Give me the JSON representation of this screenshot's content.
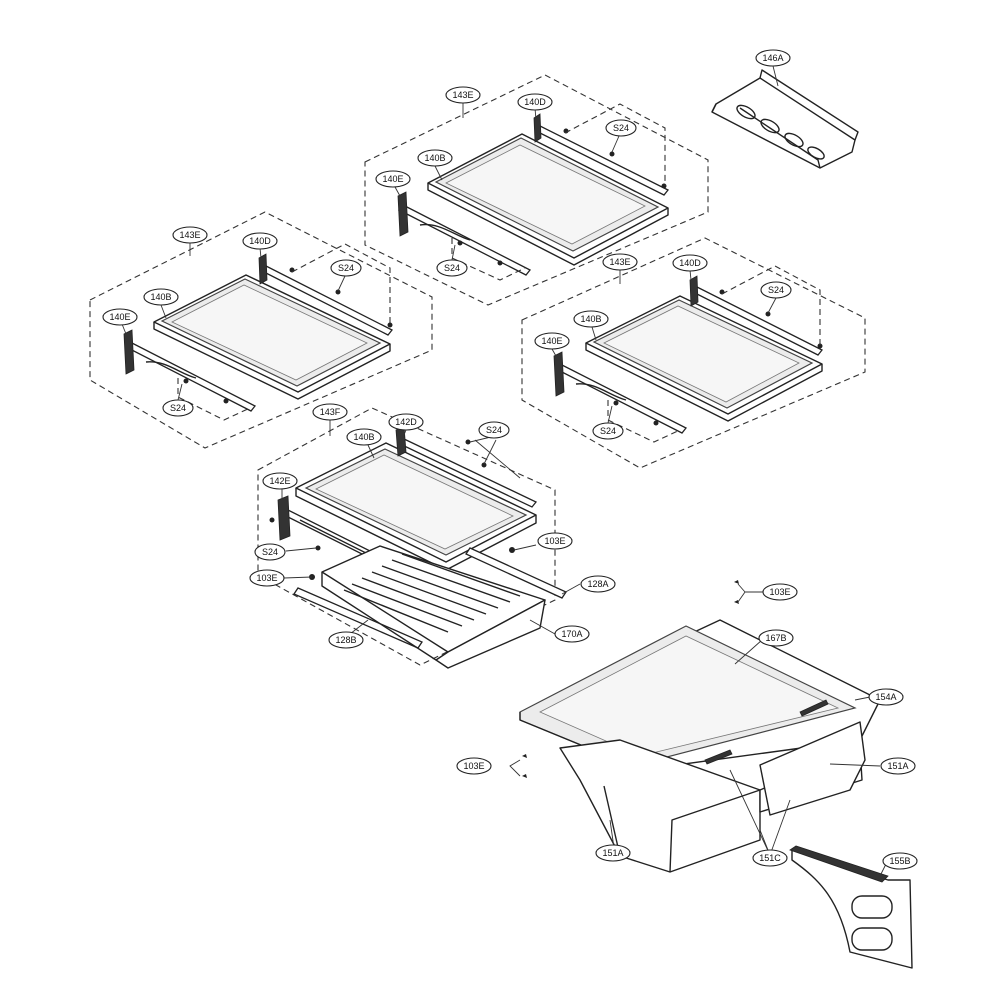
{
  "labels": {
    "l_146A": "146A",
    "l_143E_a": "143E",
    "l_140D_a": "140D",
    "l_S24_a1": "S24",
    "l_140B_a": "140B",
    "l_140E_a": "140E",
    "l_S24_a2": "S24",
    "l_143E_b": "143E",
    "l_140D_b": "140D",
    "l_S24_b1": "S24",
    "l_140B_b": "140B",
    "l_140E_b": "140E",
    "l_S24_b2": "S24",
    "l_143E_c": "143E",
    "l_140D_c": "140D",
    "l_S24_c1": "S24",
    "l_140B_c": "140B",
    "l_140E_c": "140E",
    "l_S24_c2": "S24",
    "l_143F": "143F",
    "l_142D": "142D",
    "l_140B_d": "140B",
    "l_S24_d1": "S24",
    "l_142E": "142E",
    "l_103E_a": "103E",
    "l_S24_d2": "S24",
    "l_103E_b": "103E",
    "l_128A": "128A",
    "l_128B": "128B",
    "l_170A": "170A",
    "l_103E_c": "103E",
    "l_167B": "167B",
    "l_154A": "154A",
    "l_103E_d": "103E",
    "l_151A_a": "151A",
    "l_151A_b": "151A",
    "l_151C": "151C",
    "l_155B": "155B"
  }
}
